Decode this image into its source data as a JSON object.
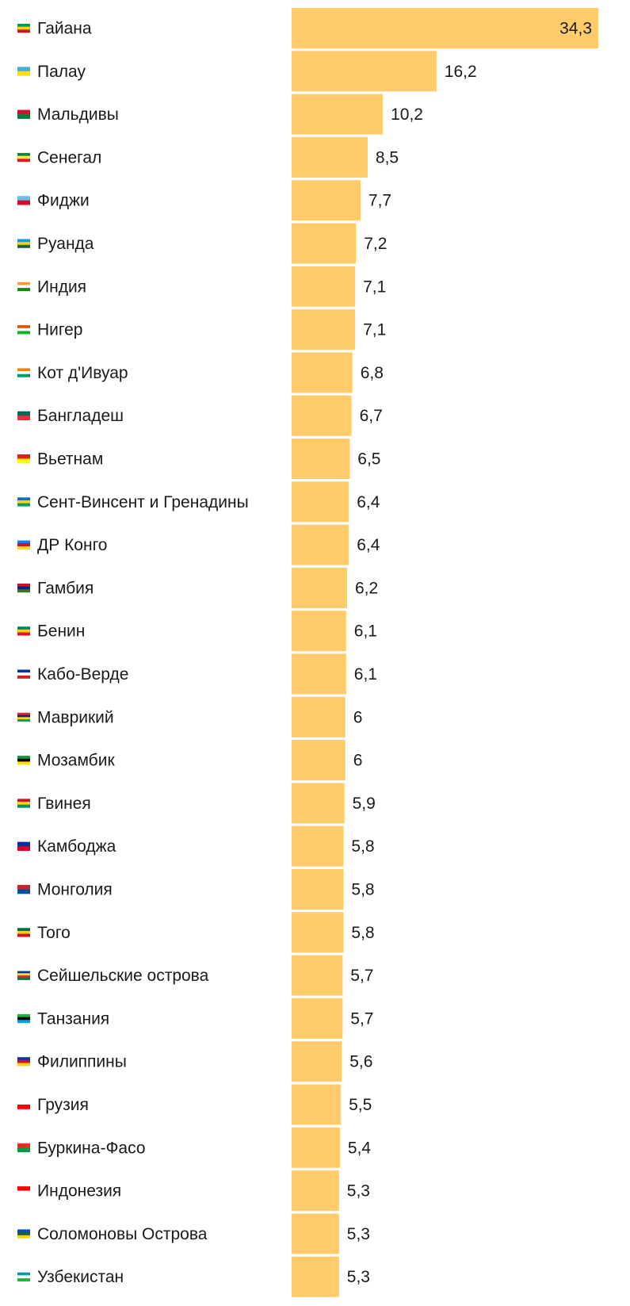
{
  "chart_data": {
    "type": "bar",
    "orientation": "horizontal",
    "bar_color": "#FFCB6B",
    "text_color": "#1a1a1a",
    "decimal_separator": ",",
    "categories": [
      "Гайана",
      "Палау",
      "Мальдивы",
      "Сенегал",
      "Фиджи",
      "Руанда",
      "Индия",
      "Нигер",
      "Кот д'Ивуар",
      "Бангладеш",
      "Вьетнам",
      "Сент-Винсент и Гренадины",
      "ДР Конго",
      "Гамбия",
      "Бенин",
      "Кабо-Верде",
      "Маврикий",
      "Мозамбик",
      "Гвинея",
      "Камбоджа",
      "Монголия",
      "Того",
      "Сейшельские острова",
      "Танзания",
      "Филиппины",
      "Грузия",
      "Буркина-Фасо",
      "Индонезия",
      "Соломоновы Острова",
      "Узбекистан"
    ],
    "values": [
      34.3,
      16.2,
      10.2,
      8.5,
      7.7,
      7.2,
      7.1,
      7.1,
      6.8,
      6.7,
      6.5,
      6.4,
      6.4,
      6.2,
      6.1,
      6.1,
      6,
      6,
      5.9,
      5.8,
      5.8,
      5.8,
      5.7,
      5.7,
      5.6,
      5.5,
      5.4,
      5.3,
      5.3,
      5.3
    ],
    "value_labels": [
      "34,3",
      "16,2",
      "10,2",
      "8,5",
      "7,7",
      "7,2",
      "7,1",
      "7,1",
      "6,8",
      "6,7",
      "6,5",
      "6,4",
      "6,4",
      "6,2",
      "6,1",
      "6,1",
      "6",
      "6",
      "5,9",
      "5,8",
      "5,8",
      "5,8",
      "5,7",
      "5,7",
      "5,6",
      "5,5",
      "5,4",
      "5,3",
      "5,3",
      "5,3"
    ],
    "flags": [
      [
        "#009E49",
        "#FCD116",
        "#CE1126"
      ],
      [
        "#4AADD6",
        "#FFDE00"
      ],
      [
        "#D21034",
        "#007E3A"
      ],
      [
        "#00853F",
        "#FDEF42",
        "#E31B23"
      ],
      [
        "#68BFE5",
        "#CE1126"
      ],
      [
        "#00A1DE",
        "#FAD201",
        "#20603D"
      ],
      [
        "#FF9933",
        "#FFFFFF",
        "#138808"
      ],
      [
        "#E05206",
        "#FFFFFF",
        "#0DB02B"
      ],
      [
        "#F77F00",
        "#FFFFFF",
        "#009E60"
      ],
      [
        "#006A4E",
        "#F42A41"
      ],
      [
        "#DA251D",
        "#FFFF00"
      ],
      [
        "#0072C6",
        "#FED100",
        "#009E60"
      ],
      [
        "#007FFF",
        "#CE1021",
        "#F7D618"
      ],
      [
        "#CE1126",
        "#0C1C8C",
        "#3A7728"
      ],
      [
        "#008751",
        "#FCD116",
        "#E8112D"
      ],
      [
        "#003893",
        "#FFFFFF",
        "#CF2027"
      ],
      [
        "#EA2839",
        "#1A206D",
        "#FFD500",
        "#00A551"
      ],
      [
        "#009A44",
        "#000000",
        "#FCE100"
      ],
      [
        "#CE1126",
        "#FCD116",
        "#009460"
      ],
      [
        "#032EA1",
        "#E00025"
      ],
      [
        "#C4272F",
        "#015197"
      ],
      [
        "#006A4E",
        "#FFCE00",
        "#D21034"
      ],
      [
        "#003F87",
        "#FCD856",
        "#D62828",
        "#007A3D"
      ],
      [
        "#1EB53A",
        "#000000",
        "#00A3DD"
      ],
      [
        "#0038A8",
        "#CE1126",
        "#FCD116"
      ],
      [
        "#FFFFFF",
        "#FF0000"
      ],
      [
        "#EF2B2D",
        "#009E49"
      ],
      [
        "#FF0000",
        "#FFFFFF"
      ],
      [
        "#0051BA",
        "#215B33",
        "#FCD116"
      ],
      [
        "#0099B5",
        "#FFFFFF",
        "#1EB53A"
      ]
    ]
  }
}
